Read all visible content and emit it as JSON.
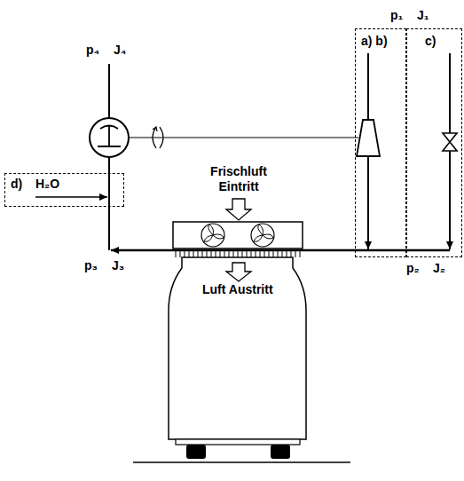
{
  "diagram": {
    "nodes": [
      {
        "text": [
          "a) b)"
        ]
      },
      {
        "text": [
          "c)"
        ]
      },
      {
        "text": [
          "d)",
          "H₂O"
        ]
      }
    ],
    "labels": [
      "p₁",
      "J₁",
      "p₄",
      "J₄",
      "Frischluft Eintritt",
      "p₃",
      "J₃",
      "p₂",
      "J₂",
      "Luft Austritt"
    ]
  }
}
